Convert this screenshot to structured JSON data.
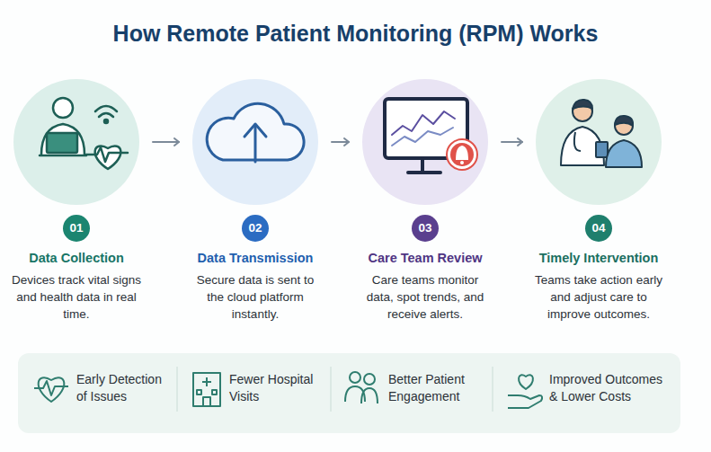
{
  "diagram": {
    "title": "How Remote Patient Monitoring (RPM) Works",
    "nodes": [
      {
        "text": [
          "01",
          "Data Collection",
          "Devices track vital signs and health data in real time."
        ]
      },
      {
        "text": [
          "02",
          "Data Transmission",
          "Secure data is sent to the cloud platform instantly."
        ]
      },
      {
        "text": [
          "03",
          "Care Team Review",
          "Care teams monitor data, spot trends, and receive alerts."
        ]
      },
      {
        "text": [
          "04",
          "Timely Intervention",
          "Teams take action early and adjust care to improve outcomes."
        ]
      },
      {
        "text": [
          "Early Detection of Issues"
        ]
      },
      {
        "text": [
          "Fewer Hospital Visits"
        ]
      },
      {
        "text": [
          "Better Patient Engagement"
        ]
      },
      {
        "text": [
          "Improved Outcomes & Lower Costs"
        ]
      }
    ],
    "edges": [
      {
        "from": 0,
        "to": 1,
        "arrow": "to"
      },
      {
        "from": 1,
        "to": 2,
        "arrow": "to"
      },
      {
        "from": 2,
        "to": 3,
        "arrow": "to"
      }
    ]
  }
}
